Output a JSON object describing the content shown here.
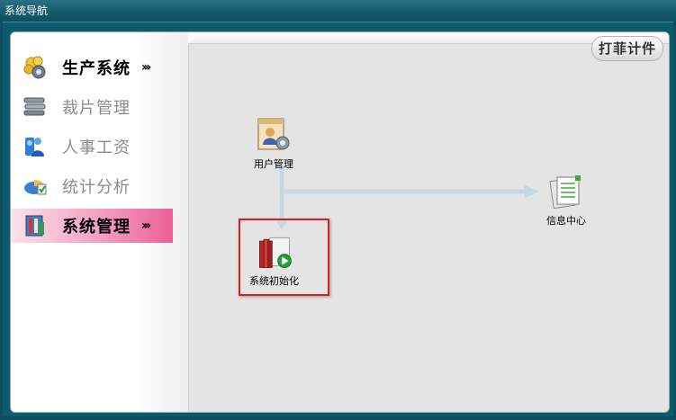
{
  "window": {
    "title": "系统导航"
  },
  "badge": {
    "label": "打菲计件"
  },
  "sidebar": {
    "items": [
      {
        "label": "生产系统",
        "icon": "gold-coins-gear-icon",
        "bold": true,
        "arrow": "›››"
      },
      {
        "label": "裁片管理",
        "icon": "fabric-stack-icon",
        "bold": false
      },
      {
        "label": "人事工资",
        "icon": "people-icon",
        "bold": false
      },
      {
        "label": "统计分析",
        "icon": "pie-chart-icon",
        "bold": false
      },
      {
        "label": "系统管理",
        "icon": "system-tools-icon",
        "bold": true,
        "active": true,
        "arrow": "›››"
      }
    ]
  },
  "flow": {
    "nodes": [
      {
        "label": "用户管理",
        "icon": "user-management-icon"
      },
      {
        "label": "信息中心",
        "icon": "info-center-icon"
      },
      {
        "label": "系统初始化",
        "icon": "system-init-icon",
        "selected": true
      }
    ]
  },
  "colors": {
    "active_nav": "#ec5f96",
    "frame": "#0b5a6e",
    "selection": "#d42020",
    "connector": "#c5d7e2"
  }
}
